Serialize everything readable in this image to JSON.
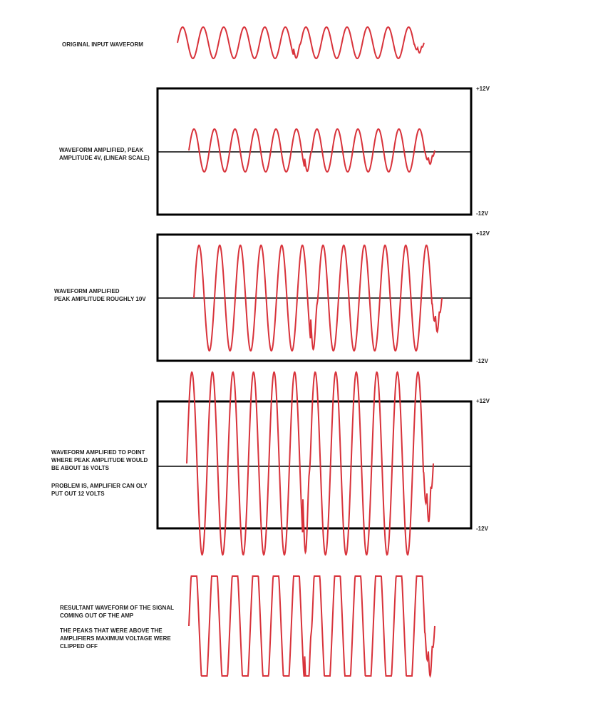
{
  "sections": [
    {
      "label": "ORIGINAL INPUT WAVEFORM"
    },
    {
      "label": "WAVEFORM AMPLIFIED, PEAK\nAMPLITUDE 4V, (LINEAR SCALE)",
      "top_label": "+12V",
      "bottom_label": "-12V",
      "peak_volts": 4
    },
    {
      "label": "WAVEFORM AMPLIFIED\nPEAK AMPLITUDE ROUGHLY 10V",
      "top_label": "+12V",
      "bottom_label": "-12V",
      "peak_volts": 10
    },
    {
      "label": "WAVEFORM AMPLIFIED TO POINT\nWHERE PEAK AMPLITUDE WOULD\nBE ABOUT 16 VOLTS",
      "note": "PROBLEM IS, AMPLIFIER CAN OLY\nPUT OUT 12 VOLTS",
      "top_label": "+12V",
      "bottom_label": "-12V",
      "peak_volts": 16
    },
    {
      "label": "RESULTANT WAVEFORM OF THE SIGNAL\nCOMING OUT OF THE AMP",
      "note": "THE PEAKS THAT WERE ABOVE THE\nAMPLIFIERS MAXIMUM VOLTAGE WERE\nCLIPPED OFF",
      "clip_volts": 12
    }
  ],
  "colors": {
    "wave": "#d8323a",
    "frame": "#000000"
  }
}
